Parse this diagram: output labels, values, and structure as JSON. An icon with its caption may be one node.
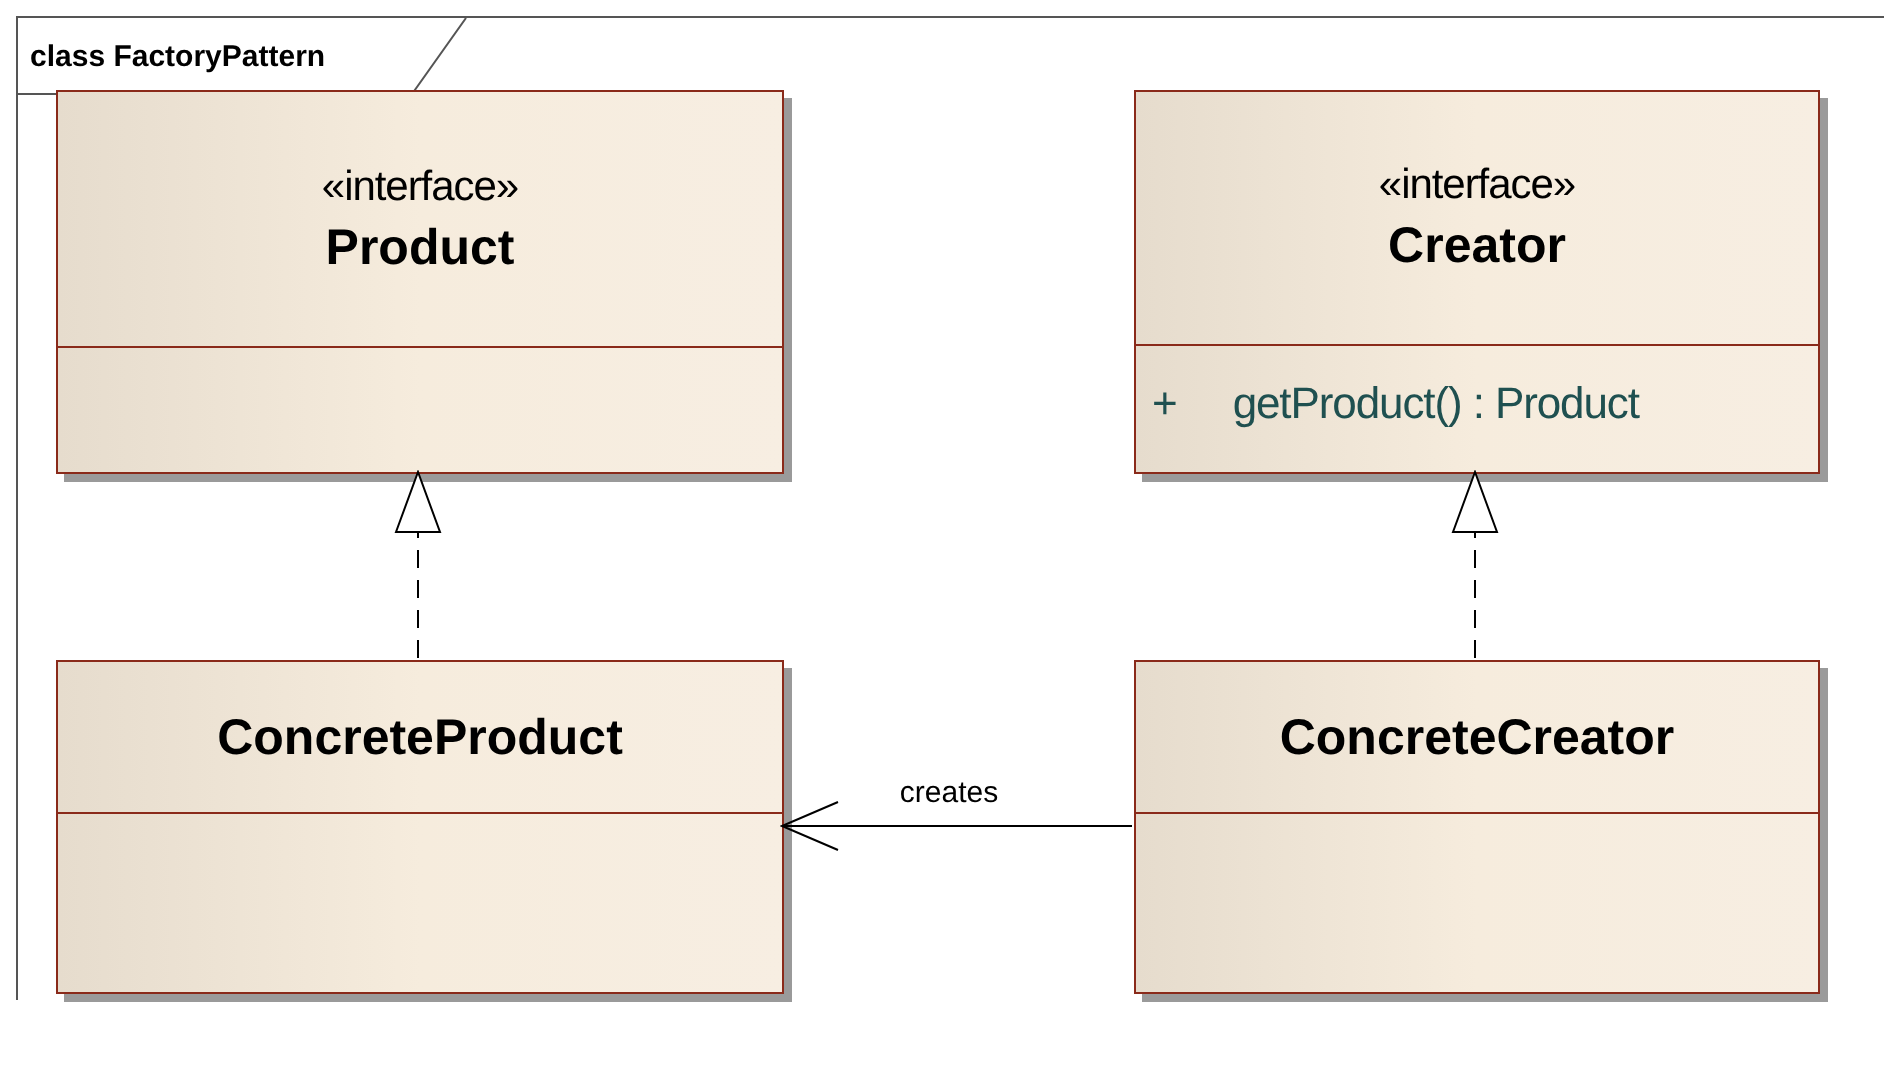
{
  "diagram": {
    "nodes": [
      {
        "text": [
          "class FactoryPattern"
        ]
      },
      {
        "text": [
          "«interface»",
          "Product"
        ],
        "in": 0
      },
      {
        "text": [
          "«interface»",
          "Creator",
          "+",
          "getProduct() : Product"
        ],
        "in": 0
      },
      {
        "text": [
          "ConcreteProduct"
        ],
        "in": 0
      },
      {
        "text": [
          "ConcreteCreator"
        ],
        "in": 0
      }
    ],
    "edges": [
      {
        "from": 3,
        "to": 1,
        "arrow": "to",
        "style": "dashed"
      },
      {
        "from": 4,
        "to": 2,
        "arrow": "to",
        "style": "dashed"
      },
      {
        "from": 4,
        "to": 3,
        "arrow": "to",
        "label": "creates"
      }
    ]
  }
}
